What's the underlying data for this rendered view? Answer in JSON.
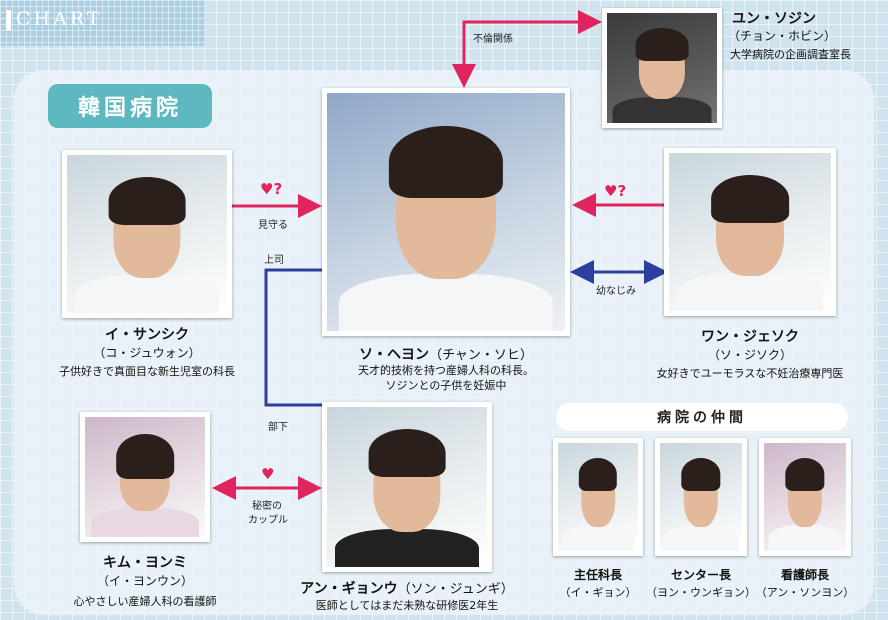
{
  "header": {
    "label": "CHART"
  },
  "section": {
    "hospital": "韓国病院"
  },
  "friends_section": {
    "title": "病院の仲間"
  },
  "characters": {
    "so_hyeon": {
      "name": "ソ・ヘヨン",
      "actor": "（チャン・ソヒ）",
      "desc1": "天才的技術を持つ産婦人科の科長。",
      "desc2": "ソジンとの子供を妊娠中"
    },
    "yun_sojin": {
      "name": "ユン・ソジン",
      "actor": "（チョン・ホビン）",
      "desc": "大学病院の企画調査室長"
    },
    "lee_sansik": {
      "name": "イ・サンシク",
      "actor": "（コ・ジュウォン）",
      "desc": "子供好きで真面目な新生児室の科長"
    },
    "wang_jesok": {
      "name": "ワン・ジェソク",
      "actor": "（ソ・ジソク）",
      "desc": "女好きでユーモラスな不妊治療専門医"
    },
    "kim_yonmi": {
      "name": "キム・ヨンミ",
      "actor": "（イ・ヨンウン）",
      "desc": "心やさしい産婦人科の看護師"
    },
    "an_gyonu": {
      "name": "アン・ギョンウ",
      "actor": "（ソン・ジュンギ）",
      "desc": "医師としてはまだ未熟な研修医2年生"
    },
    "chief": {
      "role": "主任科長",
      "actor": "（イ・ギョン）"
    },
    "center": {
      "role": "センター長",
      "actor": "（ヨン・ウンギョン）"
    },
    "nurse_head": {
      "role": "看護師長",
      "actor": "（アン・ソンヨン）"
    }
  },
  "relations": {
    "affair": "不倫関係",
    "watch": "見守る",
    "boss": "上司",
    "subordinate": "部下",
    "childhood": "幼なじみ",
    "secret_couple1": "秘密の",
    "secret_couple2": "カップル",
    "heart_q": "♥?",
    "heart": "♥"
  },
  "colors": {
    "pink": "#e0245e",
    "blue": "#2c3e9e",
    "teal": "#5db8bf"
  }
}
